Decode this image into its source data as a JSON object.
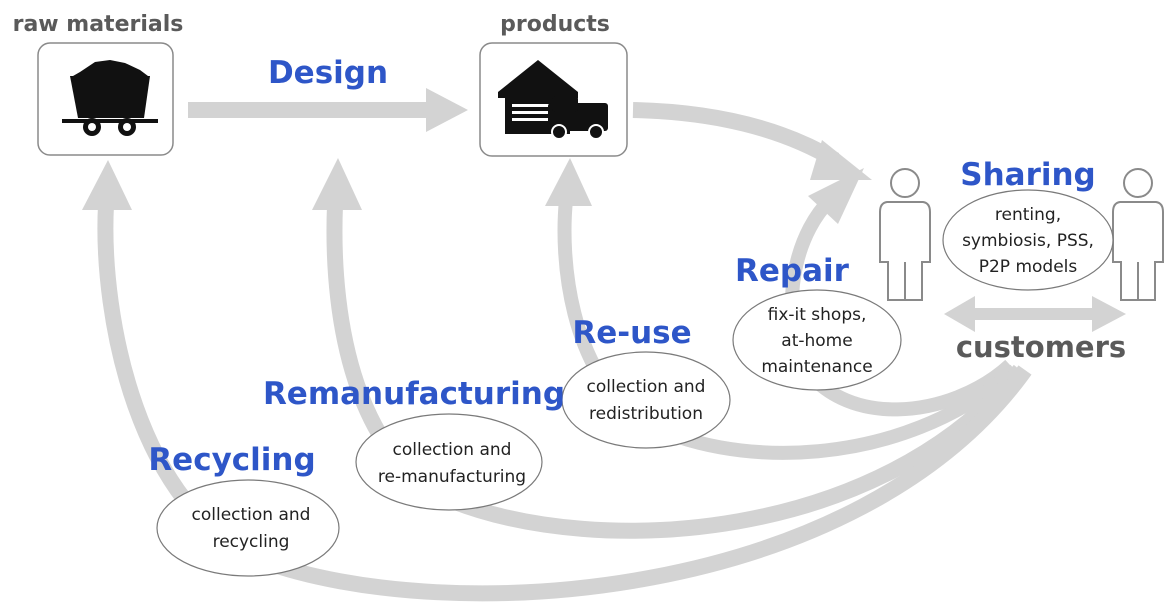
{
  "nodes": {
    "raw_materials": {
      "label": "raw materials",
      "icon": "coal-cart-icon"
    },
    "products": {
      "label": "products",
      "icon": "warehouse-truck-icon"
    },
    "customers": {
      "label": "customers",
      "icon": "people-icon"
    }
  },
  "flows": {
    "design": {
      "label": "Design"
    },
    "sharing": {
      "label": "Sharing",
      "desc": [
        "renting,",
        "symbiosis, PSS,",
        "P2P models"
      ]
    },
    "repair": {
      "label": "Repair",
      "desc": [
        "fix-it shops,",
        "at-home",
        "maintenance"
      ]
    },
    "reuse": {
      "label": "Re-use",
      "desc": [
        "collection and",
        "redistribution"
      ]
    },
    "remanufacturing": {
      "label": "Remanufacturing",
      "desc": [
        "collection and",
        "re-manufacturing"
      ]
    },
    "recycling": {
      "label": "Recycling",
      "desc": [
        "collection and",
        "recycling"
      ]
    }
  },
  "colors": {
    "flow_label": "#2e56c8",
    "node_label": "#5a5a5a",
    "arrow": "#d3d3d3"
  }
}
